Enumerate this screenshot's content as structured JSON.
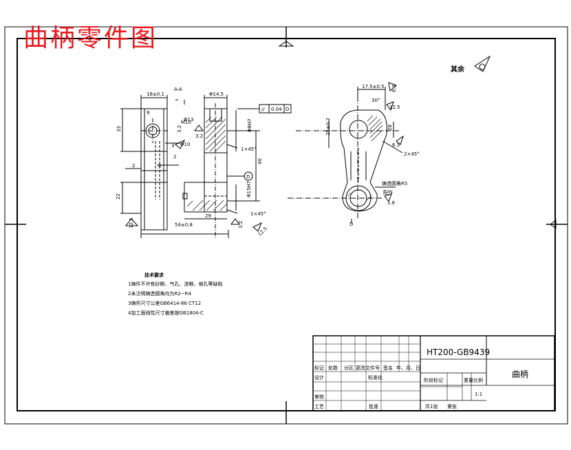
{
  "header": {
    "title": "曲柄零件图",
    "title_color": "#e8191f"
  },
  "drawing": {
    "section_label": "A-A",
    "surface_note": "其余",
    "tolerance_frame": {
      "symbol": "//",
      "value": "0.04",
      "datum": "D"
    },
    "datum_marks": [
      "D",
      "D"
    ],
    "roughness_values": [
      "6.3",
      "3.2",
      "3.2",
      "12.5",
      "12.5",
      "3.2",
      "12.5",
      "1.6",
      "6.3"
    ],
    "dims_left": {
      "top_width": "18±0.1",
      "slot": "9",
      "height_upper": "33",
      "height_lower": "22",
      "small1": "2",
      "small2": "6",
      "small3": "2",
      "small4": "3",
      "bottom_width": "54±0.8",
      "hole_dia": "Φ10",
      "thread": "M10"
    },
    "dims_middle": {
      "top": "Φ14.5",
      "bore": "Φ8H7",
      "chamfer_label1": "1×45°",
      "chamfer_label2": "1×45°",
      "length": "29",
      "center_dist": "40",
      "bore_low": "Φ15H7",
      "hole_label": "Φ13"
    },
    "dims_right": {
      "top": "17.5±0.5",
      "angle": "30°",
      "height": "28",
      "dist": "25±0.2",
      "chamfer": "2×45°",
      "note_line1": "铸造圆角R5",
      "note_line2": "配作"
    },
    "tech_requirements": {
      "heading": "技术要求",
      "items": [
        "1铸件不许有砂眼、气孔、渣眼、缩孔等缺陷",
        "2未注明铸造圆角均为R2~R4",
        "3铸件尺寸公差GB6414-86 CT12",
        "4加工面线性尺寸偏差按GB1804-C"
      ]
    }
  },
  "title_block": {
    "material": "HT200-GB9439",
    "part_name": "曲柄",
    "row_labels": [
      "标记",
      "处数",
      "分区",
      "更改文件号",
      "签名",
      "年、月、日"
    ],
    "design": "设计",
    "standardization": "标准化",
    "review": "审核",
    "process": "工艺",
    "approve": "批准",
    "stage_mark": "阶段标记",
    "weight": "重量",
    "scale": "比例",
    "scale_value": "1:1",
    "sheets_total": "共1张",
    "sheet_no": "第张"
  }
}
